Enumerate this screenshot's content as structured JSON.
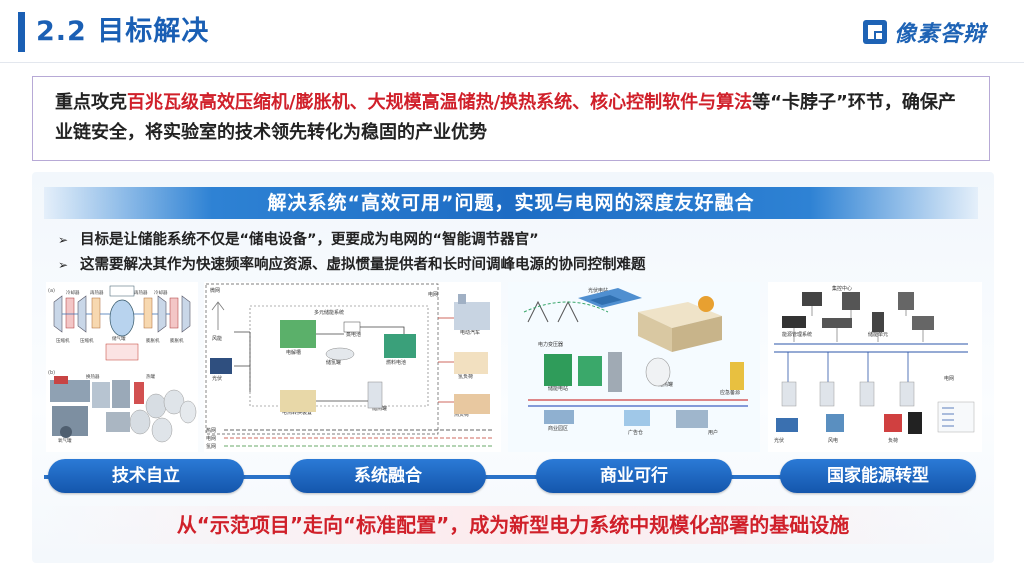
{
  "header": {
    "title": "2.2 目标解决",
    "logo_text": "像素答辩",
    "accent_color": "#1a5fb4"
  },
  "intro": {
    "part1": "重点攻克",
    "highlight": "百兆瓦级高效压缩机/膨胀机、大规模高温储热/换热系统、核心控制软件与算法",
    "part2": "等“卡脖子”环节，确保产业链安全，将实验室的技术领先转化为稳固的产业优势",
    "highlight_color": "#d0202a"
  },
  "banner": {
    "text": "解决系统“高效可用”问题，实现与电网的深度友好融合"
  },
  "bullets": [
    {
      "icon": "arrow-right-icon",
      "text": "目标是让储能系统不仅是“储电设备”，更要成为电网的“智能调节器官”"
    },
    {
      "icon": "arrow-right-icon",
      "text": "这需要解决其作为快速频率响应资源、虚拟惯量提供者和长时间调峰电源的协同控制难题"
    }
  ],
  "figures": {
    "fig1": {
      "labels": [
        "(a)",
        "(b)",
        "冷却器",
        "冷却器",
        "储气罐",
        "再热器",
        "再热器",
        "压缩机",
        "压缩机",
        "膨胀机",
        "膨胀机",
        "换热器",
        "热水储罐",
        "热罐",
        "储气罐",
        "氧气罐"
      ]
    },
    "fig2": {
      "labels": [
        "微网",
        "电网",
        "多元储能系统",
        "风能",
        "光伏",
        "电解槽",
        "储氢罐",
        "燃料电池",
        "蒸电池",
        "电动汽车",
        "氢负荷",
        "电热转换装置",
        "储热罐",
        "热负荷",
        "热网",
        "电网",
        "氢网"
      ]
    },
    "fig3": {
      "labels": [
        "光伏电站",
        "电力变压器",
        "商业园区",
        "储热罐",
        "用户",
        "储能电站",
        "广告仓",
        "电厂",
        "应急备源"
      ]
    },
    "fig4": {
      "labels": [
        "集控中心",
        "能源管理系统",
        "储能单元",
        "电网",
        "光伏",
        "风电",
        "负荷"
      ]
    }
  },
  "steps": [
    {
      "label": "技术自立"
    },
    {
      "label": "系统融合"
    },
    {
      "label": "商业可行"
    },
    {
      "label": "国家能源转型"
    }
  ],
  "conclusion": {
    "text": "从“示范项目”走向“标准配置”，成为新型电力系统中规模化部署的基础设施",
    "color": "#d0202a"
  }
}
